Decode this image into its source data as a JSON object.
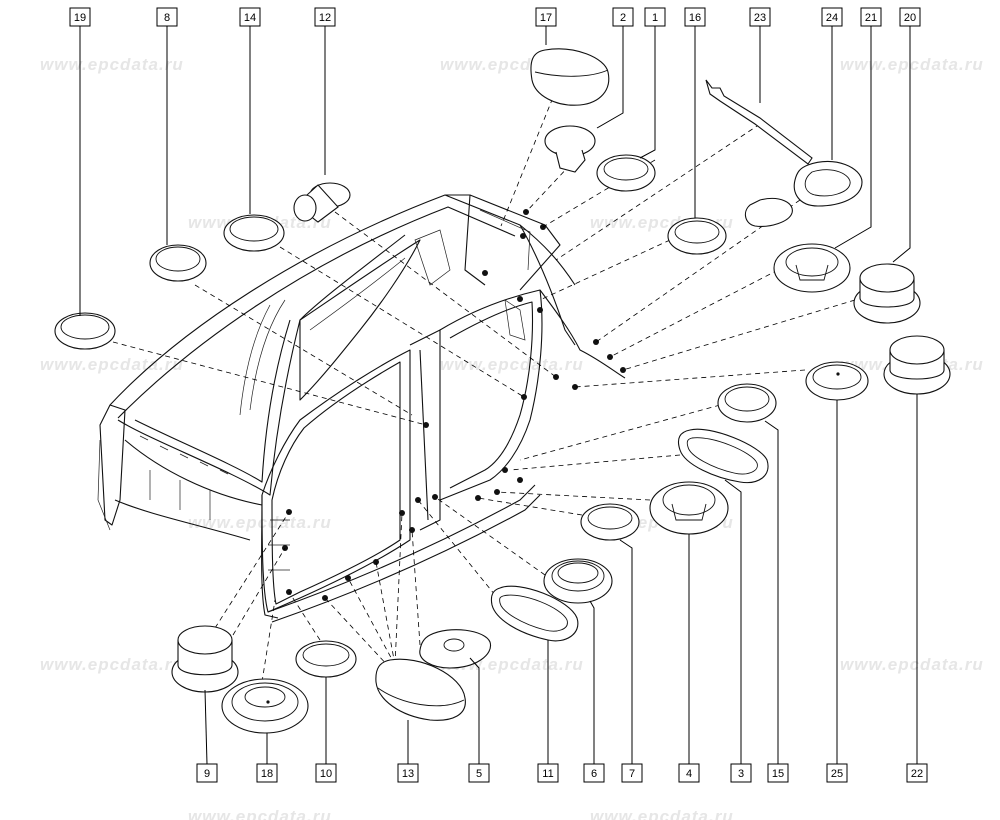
{
  "watermark": "www.epcdata.ru",
  "callouts": {
    "c19": "19",
    "c8": "8",
    "c14": "14",
    "c12": "12",
    "c17": "17",
    "c2": "2",
    "c1": "1",
    "c16": "16",
    "c23": "23",
    "c24": "24",
    "c21": "21",
    "c20": "20",
    "c9": "9",
    "c18": "18",
    "c10": "10",
    "c13": "13",
    "c5": "5",
    "c11": "11",
    "c6": "6",
    "c7": "7",
    "c4": "4",
    "c3": "3",
    "c15": "15",
    "c25": "25",
    "c22": "22"
  }
}
